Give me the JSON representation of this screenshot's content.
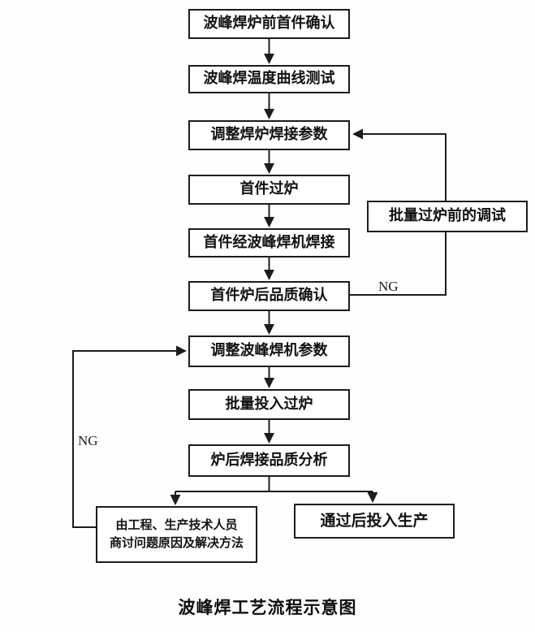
{
  "title": "波峰焊工艺流程示意图",
  "nodes": {
    "pre_oven_first_article_check": "波峰焊炉前首件确认",
    "temp_curve_test": "波峰焊温度曲线测试",
    "adjust_oven_params": "调整焊炉焊接参数",
    "first_article_through_oven": "首件过炉",
    "first_article_wave_soldering": "首件经波峰焊机焊接",
    "post_oven_quality_check": "首件炉后品质确认",
    "adjust_wave_machine_params": "调整波峰焊机参数",
    "batch_into_oven": "批量投入过炉",
    "post_oven_quality_analysis": "炉后焊接品质分析",
    "discuss_solutions": "由工程、生产技术人员\n商讨问题原因及解决方法",
    "put_into_production": "通过后投入生产",
    "pre_batch_debug": "批量过炉前的调试"
  },
  "edge_labels": {
    "right_ng": "NG",
    "left_ng": "NG"
  },
  "colors": {
    "line": "#1c1c1c",
    "box_border": "#1c1c1c",
    "background": "#fefefe"
  }
}
